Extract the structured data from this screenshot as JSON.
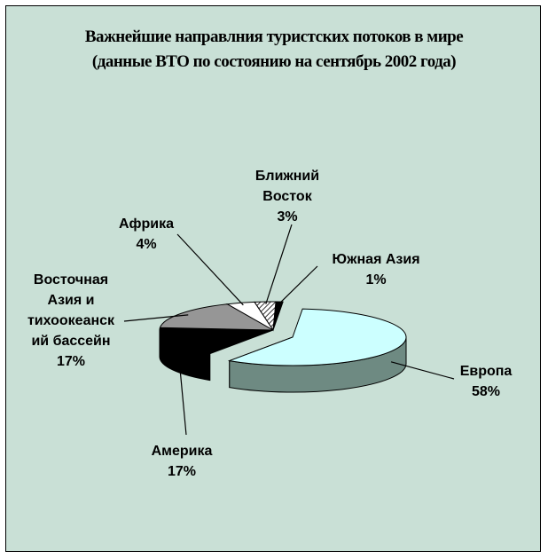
{
  "chart_data": {
    "type": "pie",
    "title": "Важнейшие направлния туристских потоков в мире",
    "subtitle": "(данные ВТО по состоянию на сентябрь 2002 года)",
    "slices": [
      {
        "label_lines": [
          "Европа"
        ],
        "value_text": "58%",
        "value": 58,
        "top_color": "#ccffff",
        "side_color": "#6e8a82",
        "pattern": "none"
      },
      {
        "label_lines": [
          "Америка"
        ],
        "value_text": "17%",
        "value": 17,
        "top_color": "#000000",
        "side_color": "#000000",
        "pattern": "none"
      },
      {
        "label_lines": [
          "Восточная",
          "Азия и",
          "тихоокеанск",
          "ий бассейн"
        ],
        "value_text": "17%",
        "value": 17,
        "top_color": "#969696",
        "side_color": "#4d4d4d",
        "pattern": "none"
      },
      {
        "label_lines": [
          "Африка"
        ],
        "value_text": "4%",
        "value": 4,
        "top_color": "#ffffff",
        "side_color": "#8fa6a0",
        "pattern": "none"
      },
      {
        "label_lines": [
          "Ближний",
          "Восток"
        ],
        "value_text": "3%",
        "value": 3,
        "top_color": "#ffffff",
        "side_color": "#333333",
        "pattern": "diagonal"
      },
      {
        "label_lines": [
          "Южная Азия"
        ],
        "value_text": "1%",
        "value": 1,
        "top_color": "#000000",
        "side_color": "#000000",
        "pattern": "none"
      }
    ]
  }
}
